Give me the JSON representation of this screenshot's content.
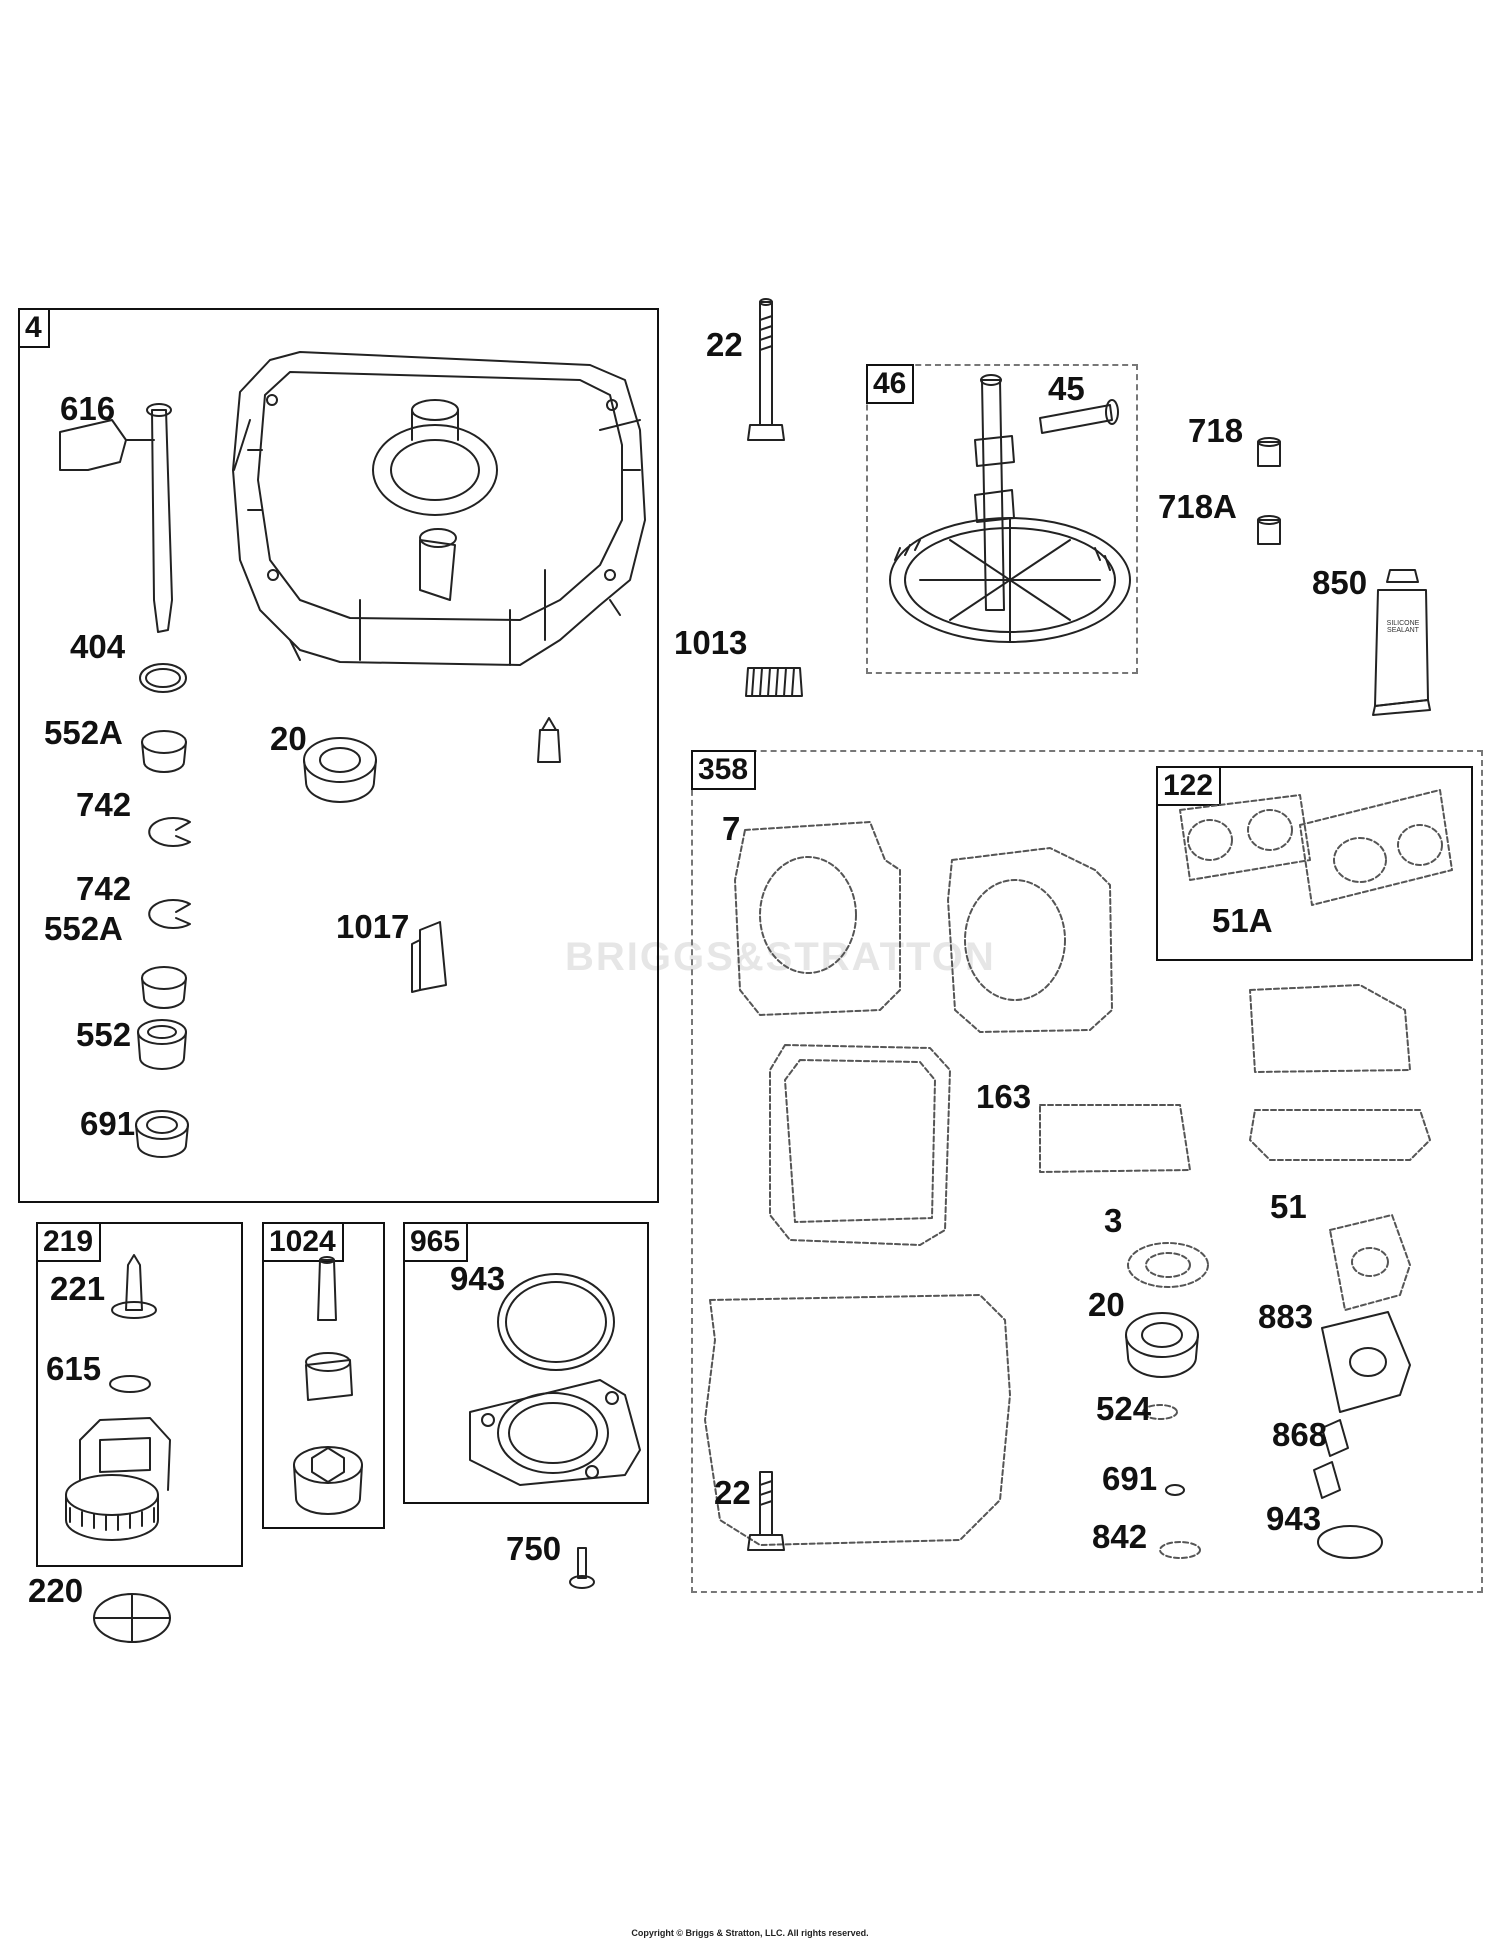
{
  "watermark": "BRIGGS&STRATTON",
  "copyright": "Copyright © Briggs & Stratton, LLC. All rights reserved.",
  "groups": {
    "g4": "4",
    "g46": "46",
    "g358": "358",
    "g122": "122",
    "g219": "219",
    "g1024": "1024",
    "g965": "965"
  },
  "parts": {
    "p616": "616",
    "p404": "404",
    "p552a_1": "552A",
    "p20_sump": "20",
    "p742_1": "742",
    "p742_2": "742",
    "p1017": "1017",
    "p552a_2": "552A",
    "p552": "552",
    "p691_1": "691",
    "p22_top": "22",
    "p45": "45",
    "p718": "718",
    "p718a": "718A",
    "p850": "850",
    "p1013": "1013",
    "p7": "7",
    "p51a": "51A",
    "p163": "163",
    "p3": "3",
    "p51": "51",
    "p20_kit": "20",
    "p883": "883",
    "p524": "524",
    "p868": "868",
    "p22_kit": "22",
    "p691_2": "691",
    "p943_kit": "943",
    "p842": "842",
    "p221": "221",
    "p615": "615",
    "p220": "220",
    "p943": "943",
    "p750": "750"
  },
  "sealant_text": "SILICONE SEALANT"
}
